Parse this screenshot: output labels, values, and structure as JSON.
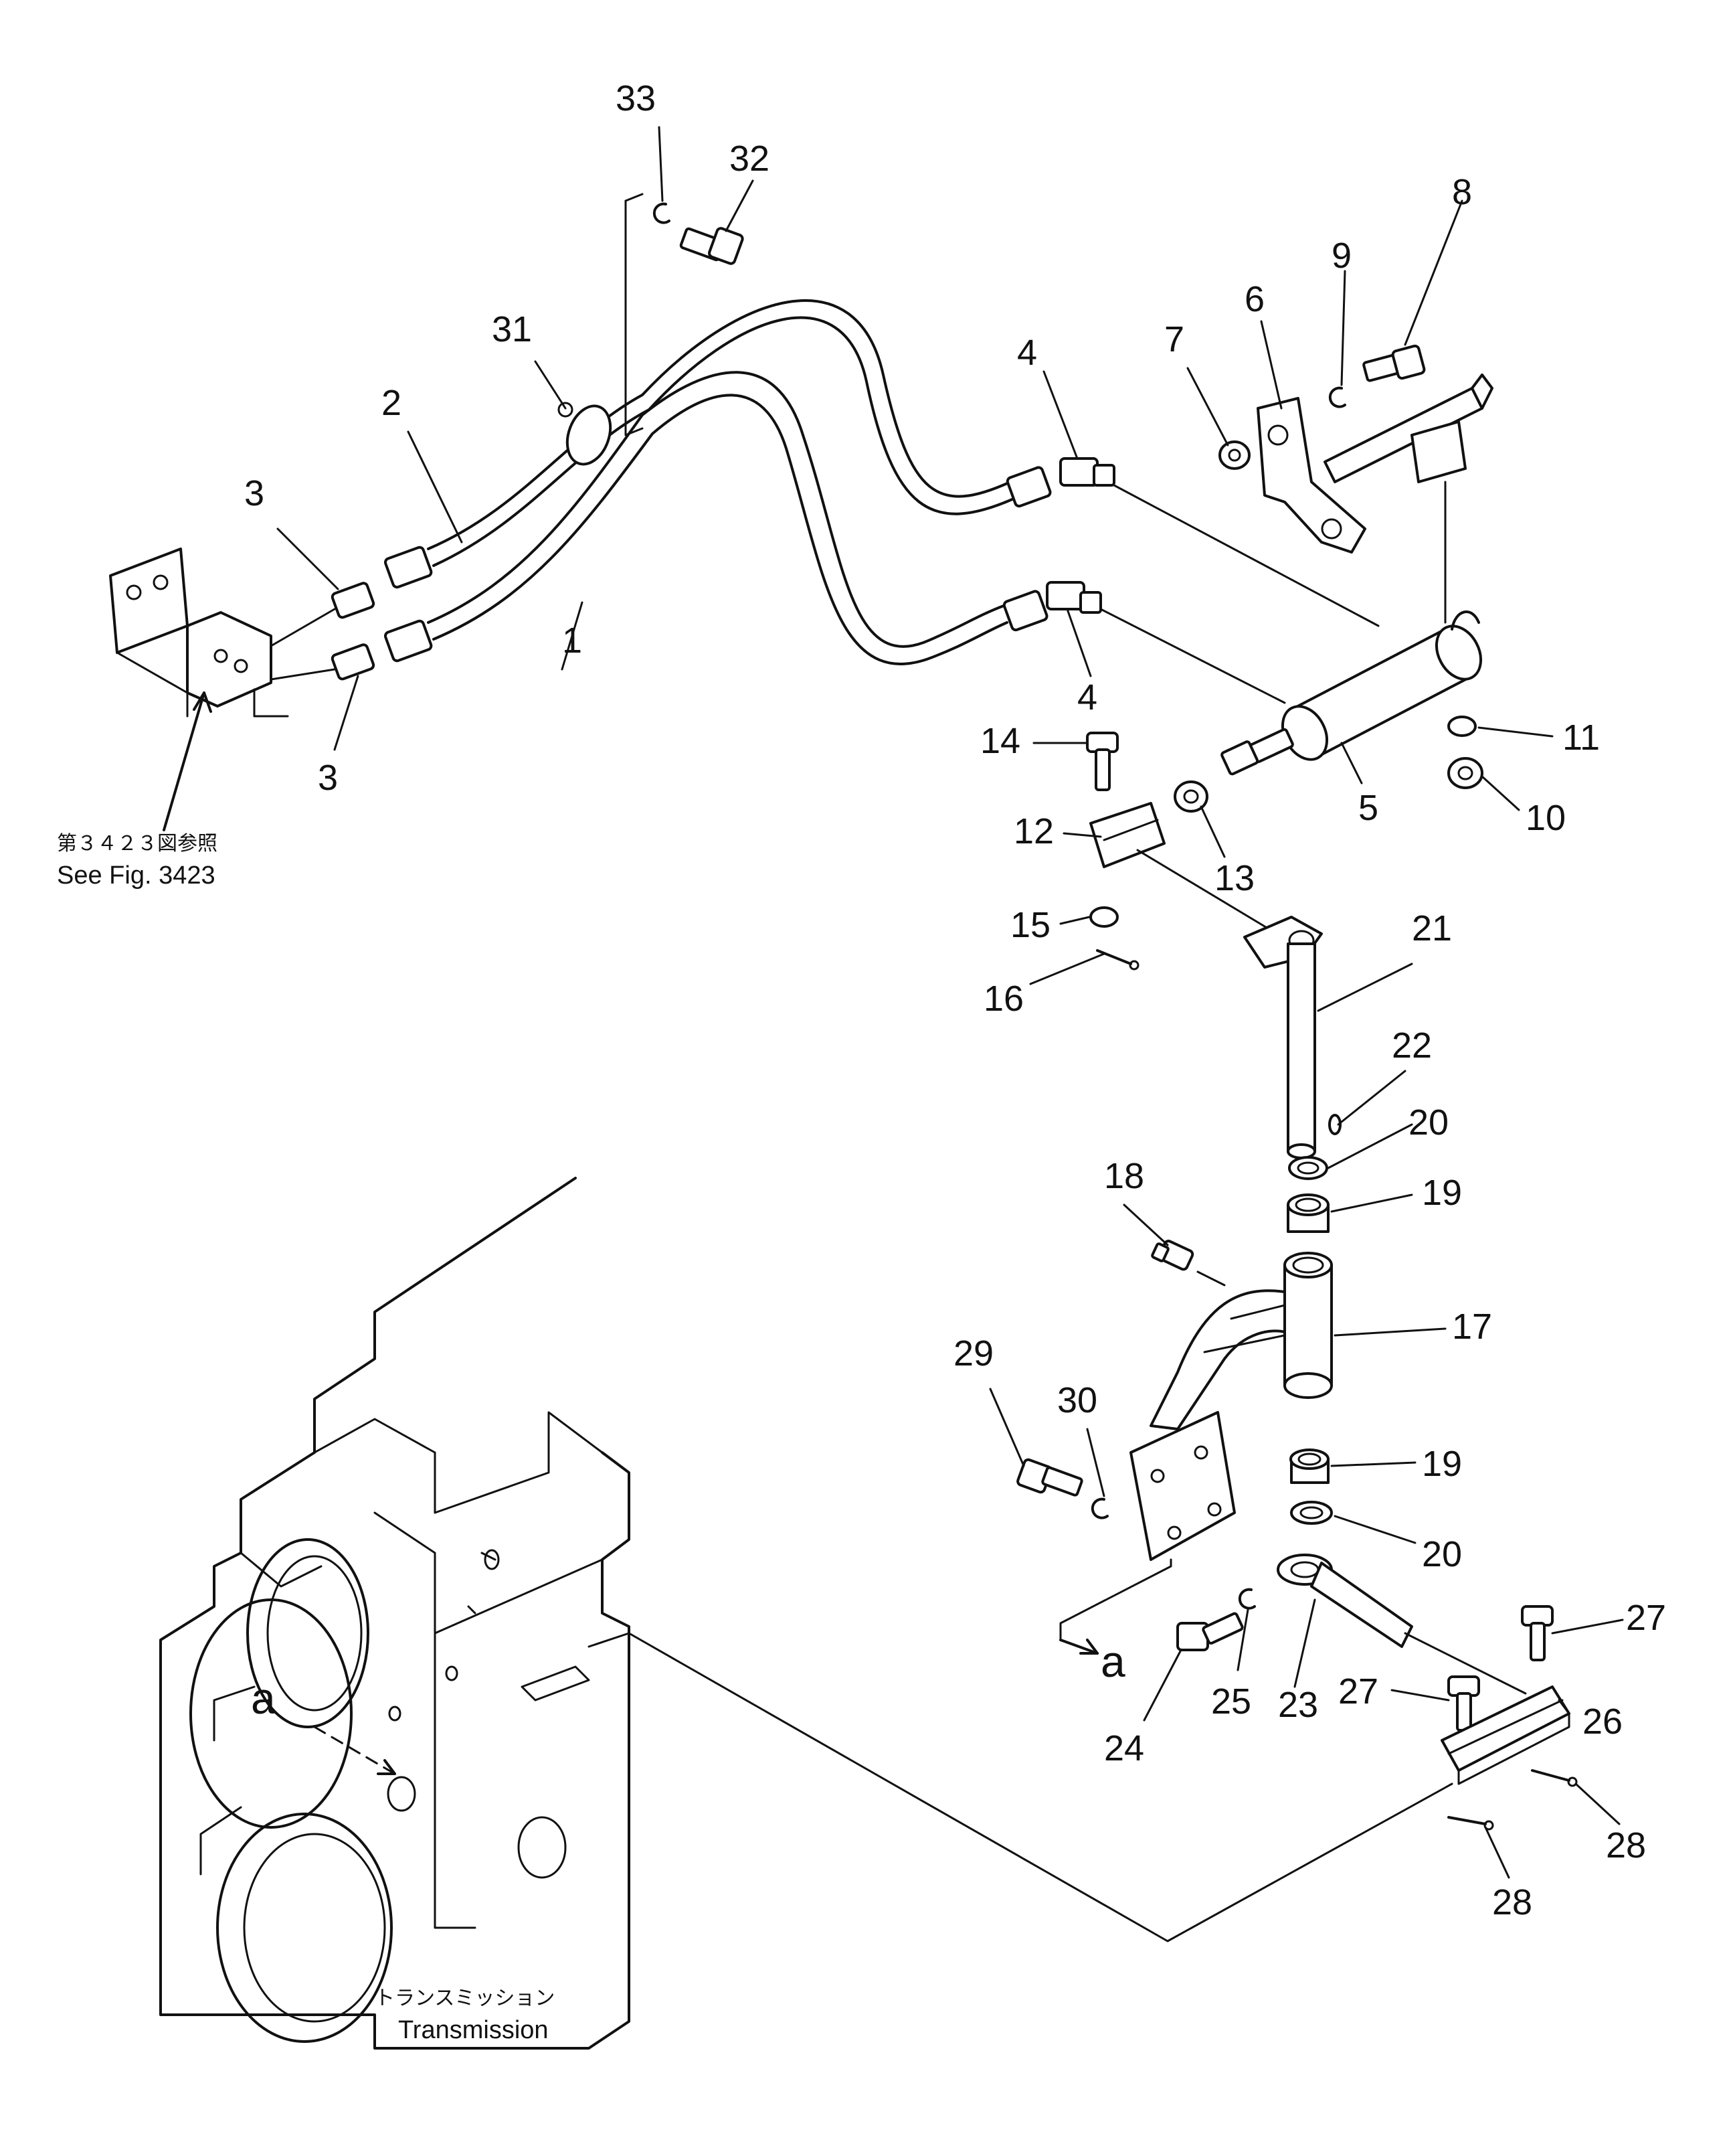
{
  "callouts": [
    {
      "id": "1",
      "text": "1"
    },
    {
      "id": "2",
      "text": "2"
    },
    {
      "id": "3a",
      "text": "3"
    },
    {
      "id": "3b",
      "text": "3"
    },
    {
      "id": "4a",
      "text": "4"
    },
    {
      "id": "4b",
      "text": "4"
    },
    {
      "id": "5",
      "text": "5"
    },
    {
      "id": "6",
      "text": "6"
    },
    {
      "id": "7",
      "text": "7"
    },
    {
      "id": "8",
      "text": "8"
    },
    {
      "id": "9",
      "text": "9"
    },
    {
      "id": "10",
      "text": "10"
    },
    {
      "id": "11",
      "text": "11"
    },
    {
      "id": "12",
      "text": "12"
    },
    {
      "id": "13",
      "text": "13"
    },
    {
      "id": "14",
      "text": "14"
    },
    {
      "id": "15",
      "text": "15"
    },
    {
      "id": "16",
      "text": "16"
    },
    {
      "id": "17",
      "text": "17"
    },
    {
      "id": "18",
      "text": "18"
    },
    {
      "id": "19a",
      "text": "19"
    },
    {
      "id": "19b",
      "text": "19"
    },
    {
      "id": "20a",
      "text": "20"
    },
    {
      "id": "20b",
      "text": "20"
    },
    {
      "id": "21",
      "text": "21"
    },
    {
      "id": "22",
      "text": "22"
    },
    {
      "id": "23",
      "text": "23"
    },
    {
      "id": "24",
      "text": "24"
    },
    {
      "id": "25",
      "text": "25"
    },
    {
      "id": "26",
      "text": "26"
    },
    {
      "id": "27a",
      "text": "27"
    },
    {
      "id": "27b",
      "text": "27"
    },
    {
      "id": "28a",
      "text": "28"
    },
    {
      "id": "28b",
      "text": "28"
    },
    {
      "id": "29",
      "text": "29"
    },
    {
      "id": "30",
      "text": "30"
    },
    {
      "id": "31",
      "text": "31"
    },
    {
      "id": "32",
      "text": "32"
    },
    {
      "id": "33",
      "text": "33"
    }
  ],
  "labels": {
    "see_fig_jp": "第３４２３図参照",
    "see_fig_en": "See Fig. 3423",
    "transmission_jp": "トランスミッション",
    "transmission_en": "Transmission",
    "ref_a_upper": "a",
    "ref_a_lower": "a"
  }
}
